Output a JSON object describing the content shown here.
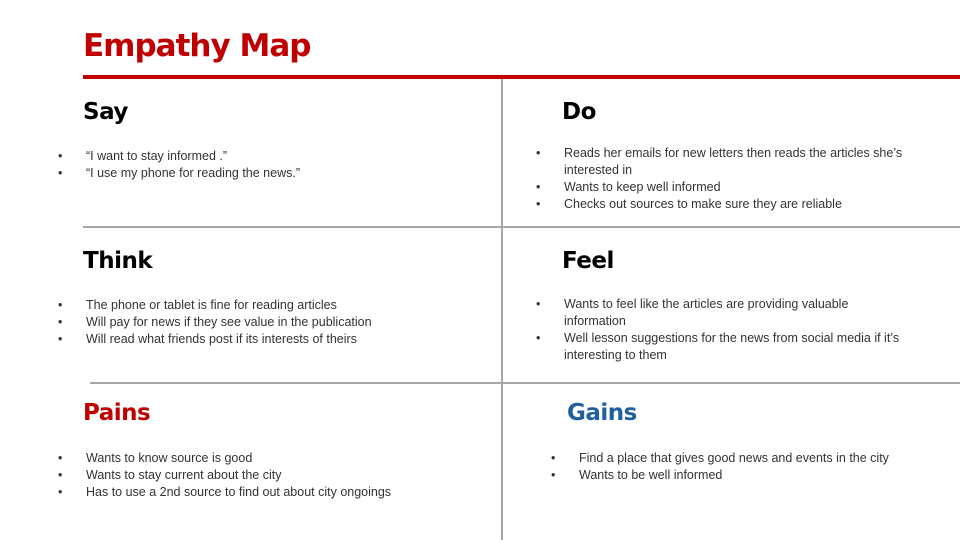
{
  "title": "Empathy Map",
  "colors": {
    "accent_red": "#c00000",
    "accent_blue": "#1f5f9f",
    "divider": "#a6a6a6"
  },
  "say": {
    "heading": "Say",
    "items": [
      "“I want to stay informed .”",
      "“I use my phone for reading the news.”"
    ]
  },
  "do": {
    "heading": "Do",
    "items": [
      "Reads her emails for new letters then reads the articles she’s interested in",
      "Wants to keep well informed",
      "Checks out sources to make sure they are reliable"
    ]
  },
  "think": {
    "heading": "Think",
    "items": [
      "The phone or tablet is fine for reading articles",
      "Will pay for news if they see value in the publication",
      "Will read what friends post if its interests of theirs"
    ]
  },
  "feel": {
    "heading": "Feel",
    "items": [
      "Wants to feel like the articles are providing valuable information",
      "Well lesson suggestions for the news from social media if it’s interesting to them"
    ]
  },
  "pains": {
    "heading": "Pains",
    "items": [
      "Wants to know source is good",
      "Wants to stay current about the city",
      "Has to use a 2nd source to find out about city ongoings"
    ]
  },
  "gains": {
    "heading": "Gains",
    "items": [
      "Find a place that gives good news and events in the city",
      "Wants to be well informed"
    ]
  }
}
